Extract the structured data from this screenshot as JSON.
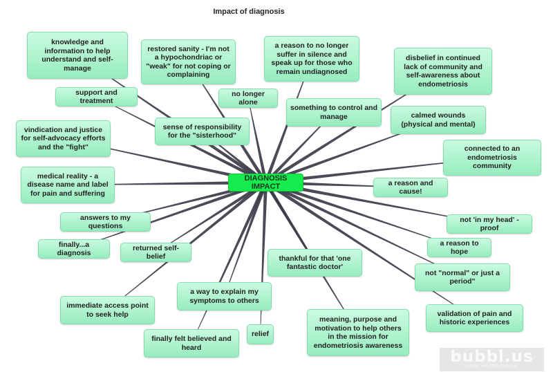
{
  "title": "Impact of diagnosis",
  "center": {
    "label": "DIAGNOSIS IMPACT",
    "color": "#13ec4c"
  },
  "node_color": "#a8f0c8",
  "edge_color": "#3c3c4a",
  "nodes": [
    {
      "id": "knowledge",
      "label": "knowledge and  information to help understand and self-manage"
    },
    {
      "id": "support",
      "label": "support and treatment"
    },
    {
      "id": "vindication",
      "label": "vindication and justice for self-advocacy efforts and the \"fight\""
    },
    {
      "id": "medical",
      "label": "medical reality -  a disease name and label for pain and suffering"
    },
    {
      "id": "answers",
      "label": "answers to my questions"
    },
    {
      "id": "finally-diagnosis",
      "label": "finally...a diagnosis"
    },
    {
      "id": "self-belief",
      "label": "returned self-belief"
    },
    {
      "id": "access",
      "label": "immediate access point to seek help"
    },
    {
      "id": "explain",
      "label": "a way to explain my symptoms to others"
    },
    {
      "id": "believed",
      "label": "finally felt believed and heard"
    },
    {
      "id": "relief",
      "label": "relief"
    },
    {
      "id": "sanity",
      "label": "restored sanity - I'm not a hypochondriac or \"weak\" for not coping or complaining"
    },
    {
      "id": "sisterhood",
      "label": "sense of responsibility for the \"sisterhood\""
    },
    {
      "id": "alone",
      "label": "no longer alone"
    },
    {
      "id": "silence",
      "label": "a reason to no longer suffer in silence and speak up for those who remain undiagnosed"
    },
    {
      "id": "control",
      "label": "something to control and manage"
    },
    {
      "id": "disbelief",
      "label": "disbelief in continued lack of community and self-awareness about endometriosis"
    },
    {
      "id": "calmed",
      "label": "calmed wounds (physical and mental)"
    },
    {
      "id": "connected",
      "label": "connected to an endometriosis community"
    },
    {
      "id": "reason-cause",
      "label": "a reason and cause!"
    },
    {
      "id": "head",
      "label": "not 'in my head' - proof"
    },
    {
      "id": "hope",
      "label": "a reason to hope"
    },
    {
      "id": "normal",
      "label": "not \"normal\" or just a period\""
    },
    {
      "id": "validation",
      "label": "validation of pain and historic experiences"
    },
    {
      "id": "doctor",
      "label": "thankful for that 'one fantastic doctor'"
    },
    {
      "id": "meaning",
      "label": "meaning, purpose and motivation to help others in the mission for endometriosis awareness"
    }
  ],
  "watermark": {
    "logo": "bubbl.us",
    "sub": "created with https://bubbl.us"
  }
}
